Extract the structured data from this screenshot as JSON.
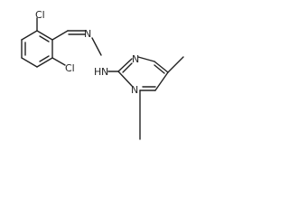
{
  "molecule": {
    "atoms": {
      "cl_top": "Cl",
      "cl_bottom": "Cl",
      "n_imine": "N",
      "n_amine": "N",
      "h_amine": "H",
      "n_ring_top": "N",
      "n_ring_bottom": "N"
    },
    "colors": {
      "bond": "#222222",
      "text": "#222222",
      "background": "#ffffff"
    }
  }
}
